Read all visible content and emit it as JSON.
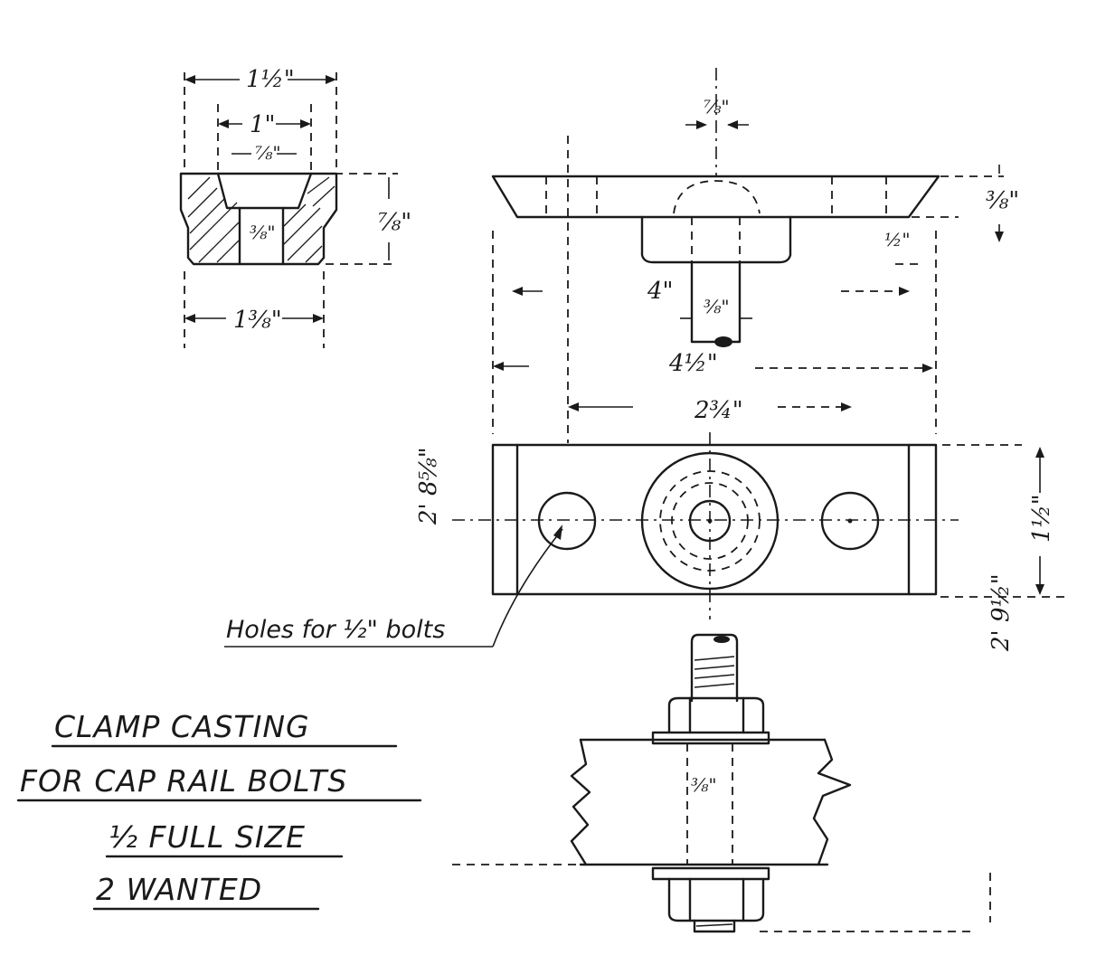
{
  "title": {
    "line1": "CLAMP CASTING",
    "line2": "FOR CAP RAIL BOLTS",
    "line3": "½ FULL SIZE",
    "line4": "2 WANTED"
  },
  "note": {
    "holes": "Holes for ½\" bolts"
  },
  "dimensions": {
    "section_overall_width": "1½\"",
    "section_top_width": "1\"",
    "section_recess_width": "⅞\"",
    "section_height": "⅞\"",
    "section_hole": "⅜\"",
    "section_bottom_width": "1⅜\"",
    "elev_bolt_dia_top": "⅞\"",
    "elev_thickness": "⅜\"",
    "elev_boss_height": "½\"",
    "elev_boss_width": "4\"",
    "elev_shank": "⅜\"",
    "elev_length": "4½\"",
    "plan_length": "2¾\"",
    "plan_height": "2' 8⅝\"",
    "plan_width": "1½\"",
    "plan_right_height": "2' 9½\"",
    "bolt_dia": "⅜\""
  }
}
